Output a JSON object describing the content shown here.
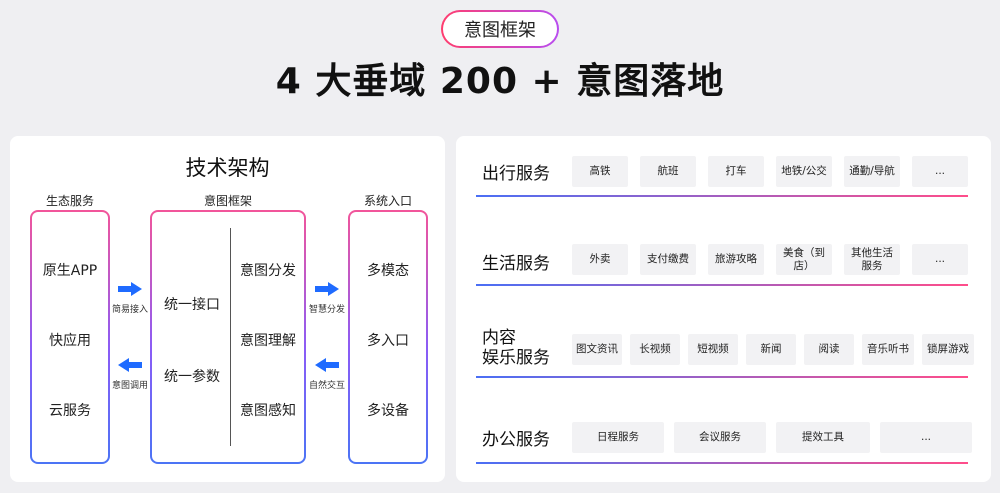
{
  "header": {
    "pill": "意图框架",
    "title": "4 大垂域 200 + 意图落地"
  },
  "left": {
    "title": "技术架构",
    "ecosystem": {
      "label": "生态服务",
      "items": [
        "原生APP",
        "快应用",
        "云服务"
      ]
    },
    "framework": {
      "label": "意图框架",
      "left_items": [
        "统一接口",
        "统一参数"
      ],
      "right_items": [
        "意图分发",
        "意图理解",
        "意图感知"
      ]
    },
    "entry": {
      "label": "系统入口",
      "items": [
        "多模态",
        "多入口",
        "多设备"
      ]
    },
    "arrows": {
      "eco_to_fw": "简易接入",
      "fw_to_eco": "意图调用",
      "entry_to_fw": "智慧分发",
      "fw_to_entry": "自然交互"
    },
    "colors": {
      "arrow": "#1f6bff",
      "box_top": "#f2559a",
      "box_bottom": "#4b74f5"
    }
  },
  "right": {
    "rows": [
      {
        "title": [
          "出行服务"
        ],
        "items": [
          "高铁",
          "航班",
          "打车",
          "地铁/公交",
          "通勤/导航",
          "..."
        ]
      },
      {
        "title": [
          "生活服务"
        ],
        "items": [
          "外卖",
          "支付缴费",
          "旅游攻略",
          "美食（到店）",
          "其他生活服务",
          "..."
        ]
      },
      {
        "title": [
          "内容",
          "娱乐服务"
        ],
        "items": [
          "图文资讯",
          "长视频",
          "短视频",
          "新闻",
          "阅读",
          "音乐听书",
          "锁屏游戏"
        ]
      },
      {
        "title": [
          "办公服务"
        ],
        "items": [
          "日程服务",
          "会议服务",
          "提效工具",
          "..."
        ]
      }
    ]
  }
}
